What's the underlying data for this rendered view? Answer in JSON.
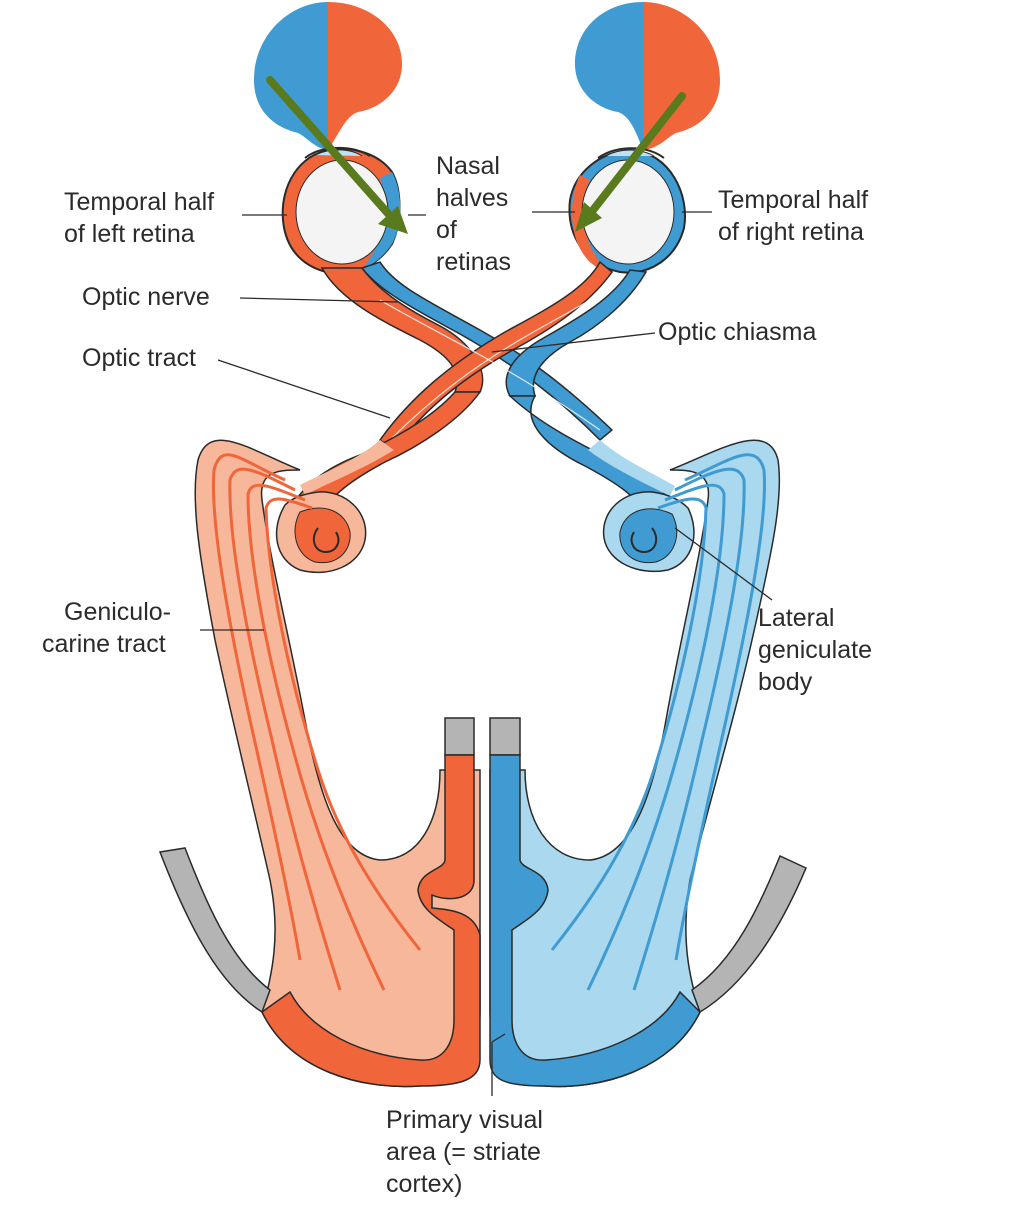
{
  "labels": {
    "temporal_left_1": "Temporal half",
    "temporal_left_2": "of left retina",
    "nasal_1": "Nasal",
    "nasal_2": "halves",
    "nasal_3": "of",
    "nasal_4": "retinas",
    "temporal_right_1": "Temporal half",
    "temporal_right_2": "of right retina",
    "optic_nerve": "Optic nerve",
    "optic_chiasma": "Optic chiasma",
    "optic_tract": "Optic tract",
    "geniculo_1": "Geniculo-",
    "geniculo_2": "carine tract",
    "lgb_1": "Lateral",
    "lgb_2": "geniculate",
    "lgb_3": "body",
    "pva_1": "Primary visual",
    "pva_2": "area (= striate",
    "pva_3": "cortex)"
  },
  "colors": {
    "temporal_field": "#f0663a",
    "nasal_field": "#3f9bd1",
    "light_orange": "#f7b79a",
    "light_blue": "#a9d8ef",
    "cortex_gray": "#b4b4b4",
    "arrow_green": "#5a7a1e",
    "outline": "#2a2a2a"
  }
}
